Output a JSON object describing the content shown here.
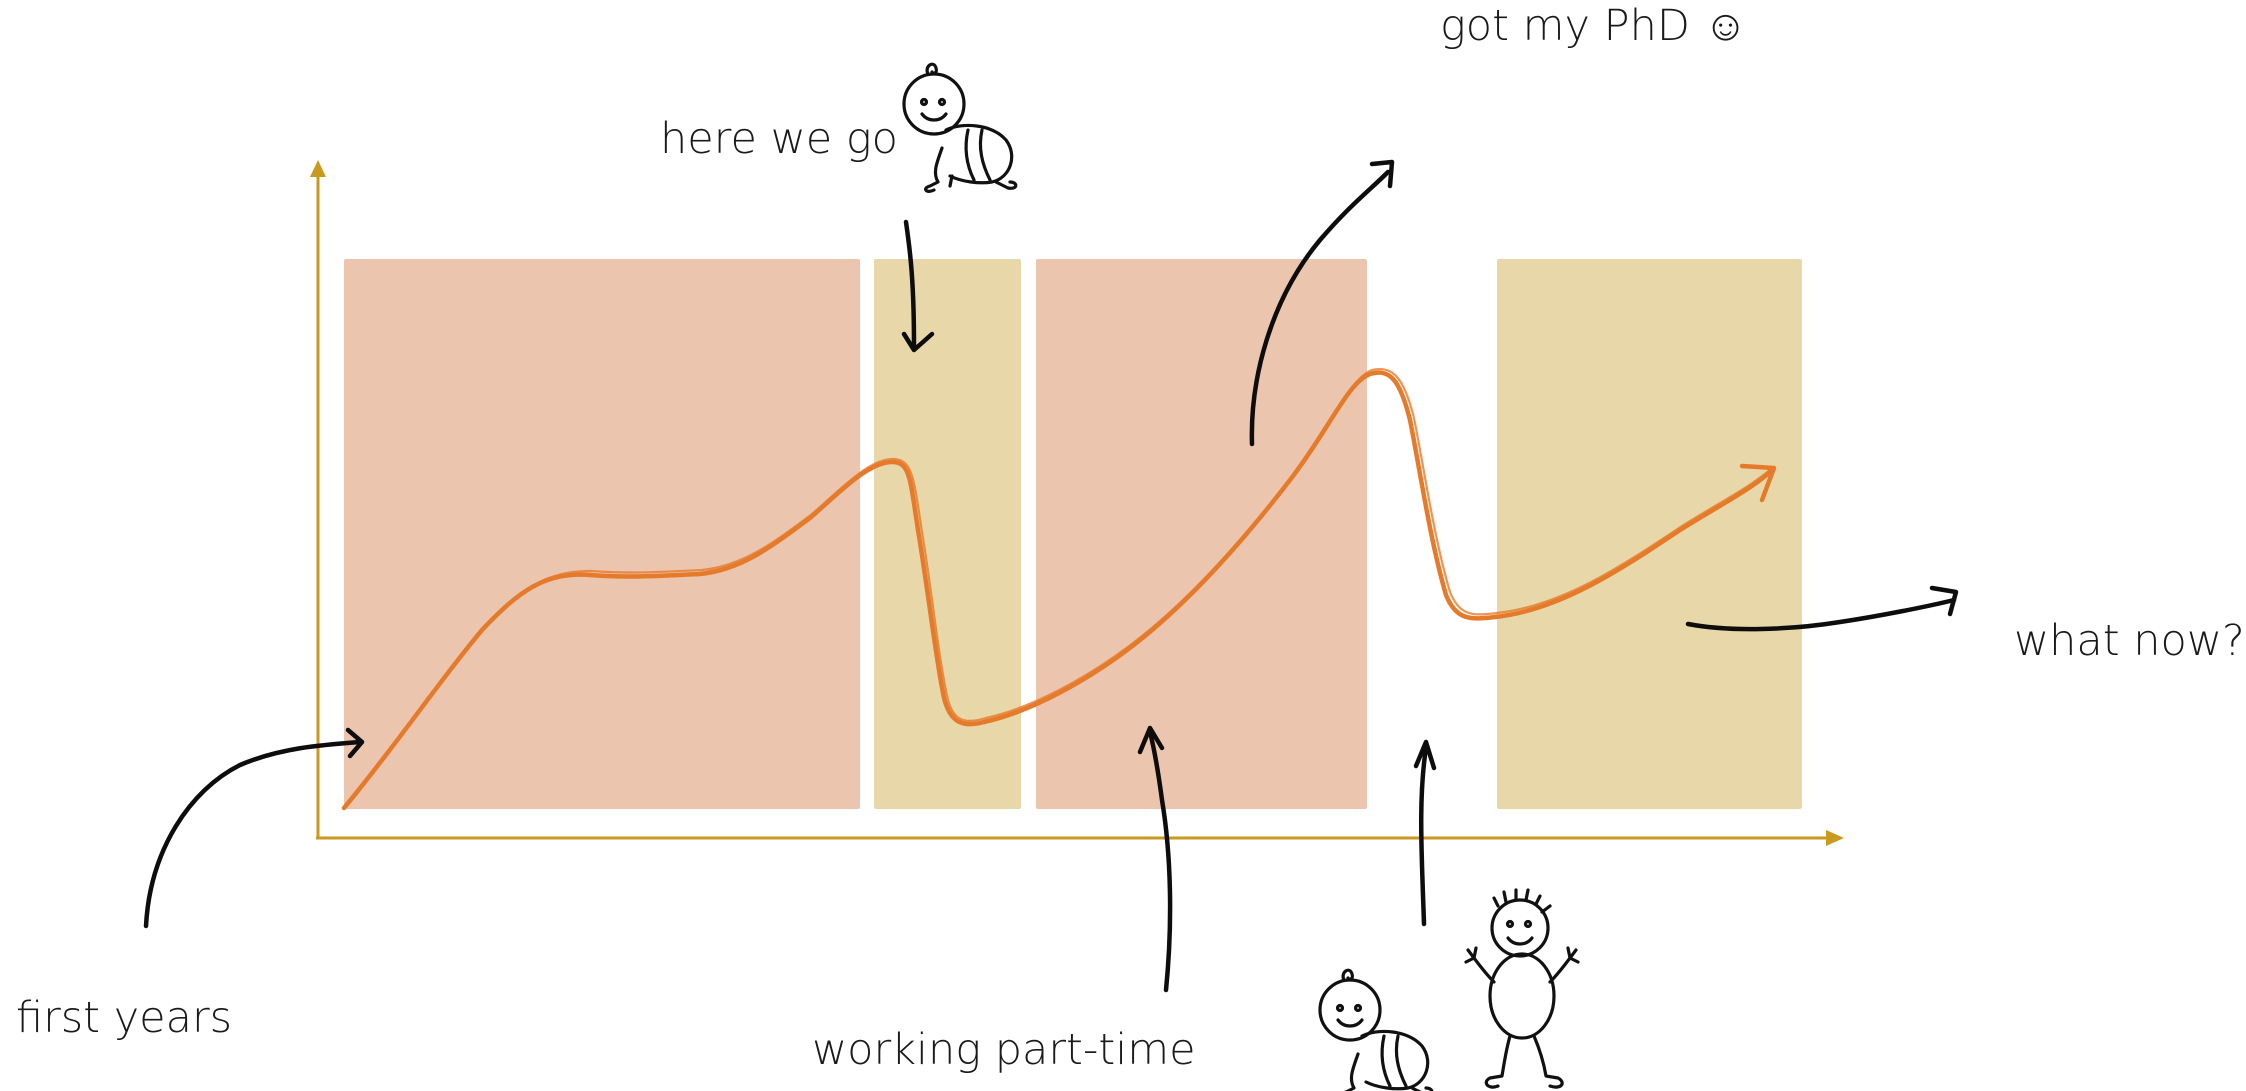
{
  "colors": {
    "axis": "#c99a1e",
    "band_salmon": "#ecc5ae",
    "band_khaki": "#e8d7a8",
    "curve": "#e57a2b",
    "ink": "#111111"
  },
  "labels": {
    "here_we_go": "here we go",
    "got_phd": "got my PhD ☺",
    "what_now": "what now?",
    "first_years": "first years",
    "working_part_time": "working part-time"
  },
  "bands": [
    {
      "name": "band-first-years",
      "tone": "salmon"
    },
    {
      "name": "band-here-we-go",
      "tone": "khaki"
    },
    {
      "name": "band-phd-work",
      "tone": "salmon"
    },
    {
      "name": "band-what-now",
      "tone": "khaki"
    }
  ],
  "icons": [
    "crawling-baby-icon",
    "crawling-baby-icon",
    "stick-child-icon"
  ]
}
